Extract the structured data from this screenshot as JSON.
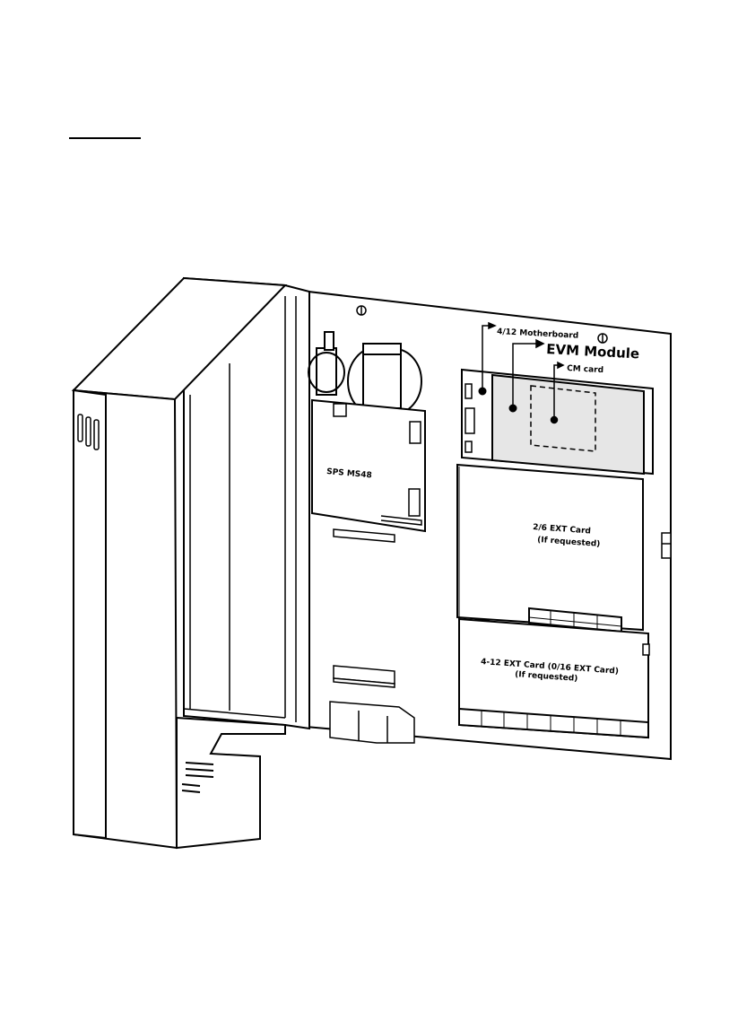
{
  "labels": {
    "motherboard": "4/12 Motherboard",
    "evm_module": "EVM Module",
    "cm_card": "CM card",
    "sps": "SPS MS48",
    "ext26_line1": "2/6 EXT Card",
    "ext26_line2": "(If requested)",
    "ext412_line1": "4-12 EXT Card (0/16 EXT Card)",
    "ext412_line2": "(If requested)"
  },
  "colors": {
    "line": "#000000",
    "evm_fill": "#e6e6e6",
    "background": "#ffffff"
  }
}
